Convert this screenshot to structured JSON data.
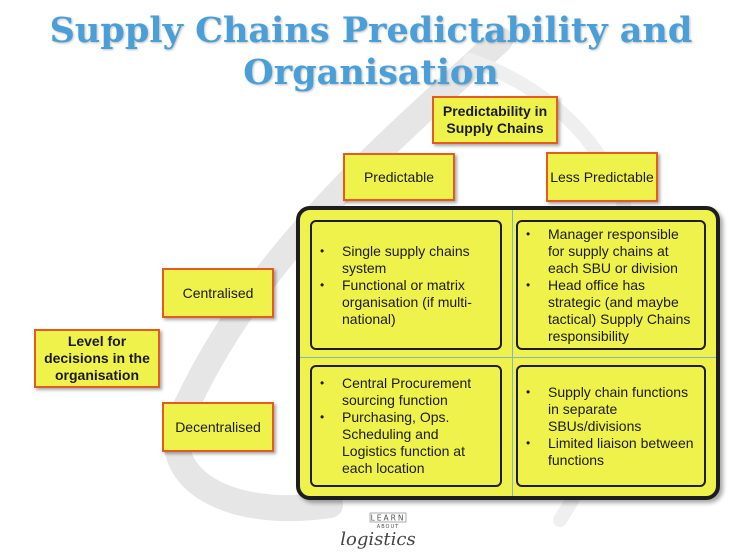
{
  "title": "Supply Chains Predictability and Organisation",
  "header_box": "Predictability in Supply Chains",
  "columns": [
    "Predictable",
    "Less Predictable"
  ],
  "axis_box": "Level for decisions in the organisation",
  "rows": [
    "Centralised",
    "Decentralised"
  ],
  "cells": [
    [
      "Single supply chains system",
      "Functional or matrix organisation (if multi-national)"
    ],
    [
      "Manager responsible for supply chains at each SBU or division",
      "Head office has strategic (and maybe tactical) Supply Chains responsibility"
    ],
    [
      "Central Procurement sourcing function",
      "Purchasing, Ops. Scheduling and Logistics function at each location"
    ],
    [
      "Supply chain functions in separate SBUs/divisions",
      "Limited liaison between functions"
    ]
  ],
  "logo": {
    "top": "LEARN",
    "middle": "ABOUT",
    "main": "logistics"
  },
  "colors": {
    "box_fill": "#eff24a",
    "box_border": "#e35b1f",
    "title": "#4a9fd8",
    "matrix_border": "#1d1d1d"
  }
}
